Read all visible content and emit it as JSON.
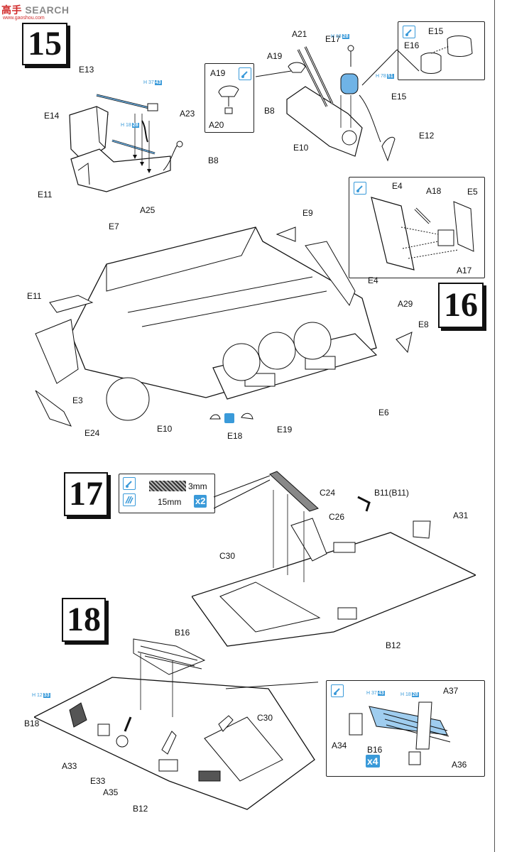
{
  "watermark": {
    "text": "高手",
    "brand": "SEARCH",
    "sub": "www.gaoshou.com"
  },
  "steps": {
    "s15": "15",
    "s16": "16",
    "s17": "17",
    "s18": "18"
  },
  "parts": {
    "E13": "E13",
    "E14": "E14",
    "E11": "E11",
    "A23": "A23",
    "B8": "B8",
    "A25": "A25",
    "A19": "A19",
    "A20": "A20",
    "A21": "A21",
    "E17": "E17",
    "E15": "E15",
    "E16": "E16",
    "E10": "E10",
    "E12": "E12",
    "E4": "E4",
    "A18": "A18",
    "E5": "E5",
    "A17": "A17",
    "E7": "E7",
    "E9": "E9",
    "A29": "A29",
    "E8": "E8",
    "E3": "E3",
    "E24": "E24",
    "E18": "E18",
    "E19": "E19",
    "E6": "E6",
    "C24": "C24",
    "B11": "B11(B11)",
    "C26": "C26",
    "A31": "A31",
    "C30": "C30",
    "B12": "B12",
    "B16": "B16",
    "B18": "B18",
    "A33": "A33",
    "E33": "E33",
    "A35": "A35",
    "A34": "A34",
    "A37": "A37",
    "A36": "A36"
  },
  "refs": {
    "r1": {
      "pre": "H 37",
      "code": "43"
    },
    "r2": {
      "pre": "H 18",
      "code": "28"
    },
    "r3": {
      "pre": "H 18",
      "code": "28"
    },
    "r4": {
      "pre": "H 78",
      "code": "51"
    },
    "r5": {
      "pre": "H 12",
      "code": "33"
    },
    "r6": {
      "pre": "H 37",
      "code": "43"
    },
    "r7": {
      "pre": "H 18",
      "code": "28"
    }
  },
  "decal": {
    "d1": "3mm",
    "d2": "15mm",
    "qty": "x2"
  },
  "qty18": "x4",
  "colors": {
    "ink": "#111111",
    "accent": "#3a9ad9",
    "gray": "#f2f2f2"
  }
}
